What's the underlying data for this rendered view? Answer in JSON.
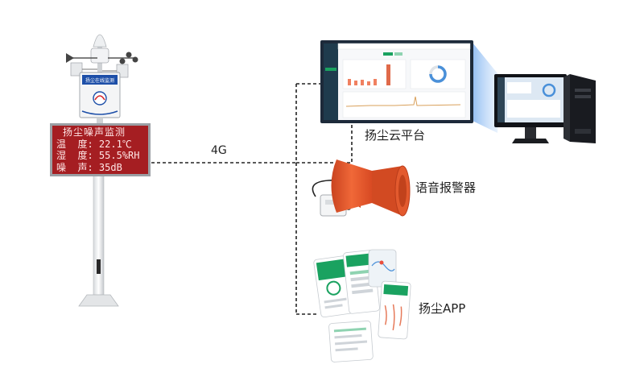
{
  "led_display": {
    "line1": "扬尘噪声监测",
    "line2": "温  度: 22.1℃",
    "line3": "湿  度: 55.5%RH",
    "line4": "噪  声: 35dB"
  },
  "station_panel_label": "扬尘在线监测",
  "link_label": "4G",
  "targets": {
    "platform": "扬尘云平台",
    "alarm": "语音报警器",
    "app": "扬尘APP"
  },
  "colors": {
    "led_background": "#a51e22",
    "led_text": "#ffe6e6",
    "alarm_body": "#e8552b",
    "app_accent": "#1aa260",
    "line": "#222222"
  }
}
